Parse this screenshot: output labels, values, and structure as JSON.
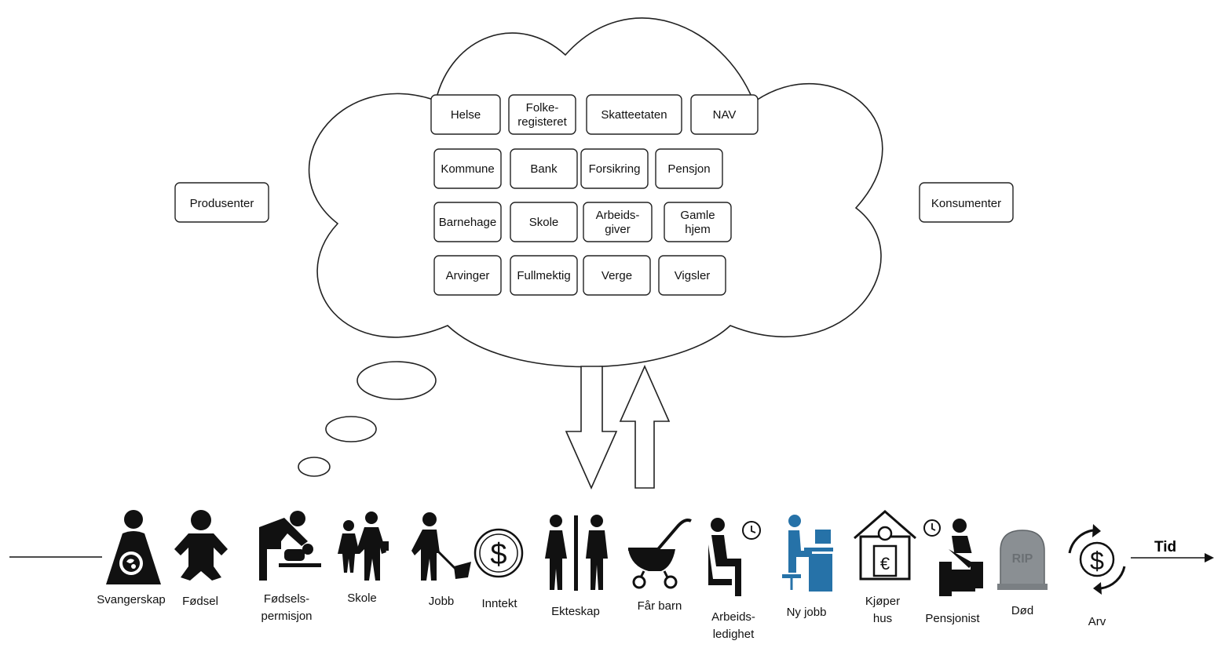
{
  "producers_label": "Produsenter",
  "consumers_label": "Konsumenter",
  "cloud_boxes": [
    [
      "Helse"
    ],
    [
      "Folke-",
      "registeret"
    ],
    [
      "Skatteetaten"
    ],
    [
      "NAV"
    ],
    [
      "Kommune"
    ],
    [
      "Bank"
    ],
    [
      "Forsikring"
    ],
    [
      "Pensjon"
    ],
    [
      "Barnehage"
    ],
    [
      "Skole"
    ],
    [
      "Arbeids-",
      "giver"
    ],
    [
      "Gamle",
      "hjem"
    ],
    [
      "Arvinger"
    ],
    [
      "Fullmektig"
    ],
    [
      "Verge"
    ],
    [
      "Vigsler"
    ]
  ],
  "timeline": {
    "axis_label": "Tid",
    "events": [
      {
        "lines": [
          "Svangerskap"
        ],
        "icon": "pregnant-woman-icon"
      },
      {
        "lines": [
          "Fødsel"
        ],
        "icon": "baby-icon"
      },
      {
        "lines": [
          "Fødsels-",
          "permisjon"
        ],
        "icon": "diaper-changing-icon"
      },
      {
        "lines": [
          "Skole"
        ],
        "icon": "school-children-icon"
      },
      {
        "lines": [
          "Jobb"
        ],
        "icon": "worker-shovel-icon"
      },
      {
        "lines": [
          "Inntekt"
        ],
        "icon": "dollar-coin-icon"
      },
      {
        "lines": [
          "Ekteskap"
        ],
        "icon": "couple-icon"
      },
      {
        "lines": [
          "Får barn"
        ],
        "icon": "stroller-icon"
      },
      {
        "lines": [
          "Arbeids-",
          "ledighet"
        ],
        "icon": "waiting-person-clock-icon"
      },
      {
        "lines": [
          "Ny jobb"
        ],
        "icon": "office-worker-icon"
      },
      {
        "lines": [
          "Kjøper",
          "hus"
        ],
        "icon": "house-euro-icon"
      },
      {
        "lines": [
          "Pensjonist"
        ],
        "icon": "retiree-clock-icon"
      },
      {
        "lines": [
          "Død"
        ],
        "icon": "tombstone-icon",
        "icon_text": "RIP"
      },
      {
        "lines": [
          "Arv"
        ],
        "icon": "dollar-cycle-icon"
      }
    ]
  },
  "colors": {
    "ny_jobb_icon": "#2672a8",
    "tombstone": "#8a8f93"
  }
}
